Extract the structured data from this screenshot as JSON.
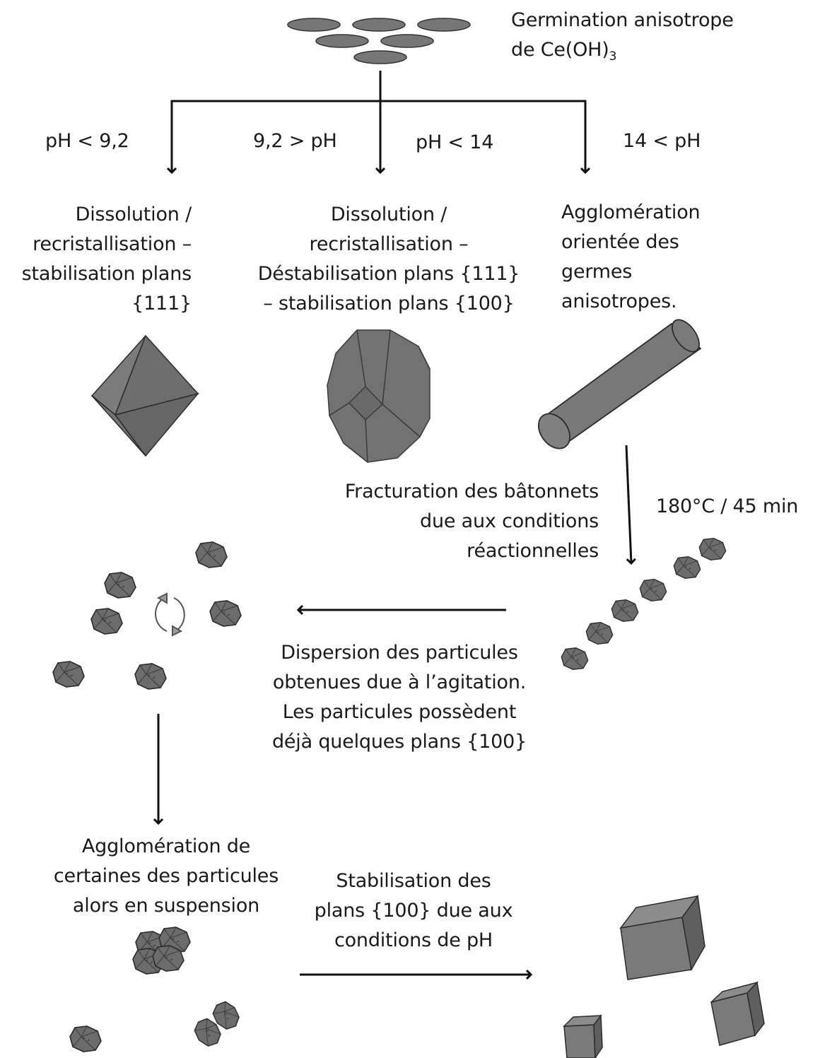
{
  "germination": {
    "line1": "Germination anisotrope",
    "line2_prefix": "de Ce(OH)",
    "line2_sub": "3"
  },
  "conditions": {
    "c1": "pH < 9,2",
    "c2": "9,2 > pH",
    "c3": "pH < 14",
    "c4": "14 < pH"
  },
  "path_left": {
    "lines": [
      "Dissolution /",
      "recristallisation –",
      "stabilisation plans",
      "{111}"
    ]
  },
  "path_middle": {
    "lines": [
      "Dissolution /",
      "recristallisation –",
      "Déstabilisation plans {111}",
      "– stabilisation plans {100}"
    ]
  },
  "path_right": {
    "lines": [
      "Agglomération",
      "orientée des",
      "germes",
      "anisotropes."
    ]
  },
  "fracturation": {
    "lines": [
      "Fracturation des bâtonnets",
      "due aux conditions",
      "réactionnelles"
    ]
  },
  "heat_condition": "180°C / 45 min",
  "dispersion": {
    "lines": [
      "Dispersion des particules",
      "obtenues due à l’agitation.",
      "Les particules possèdent",
      "déjà quelques plans {100}"
    ]
  },
  "agglomeration": {
    "lines": [
      "Agglomération de",
      "certaines des particules",
      "alors en suspension"
    ]
  },
  "stabilisation": {
    "lines": [
      "Stabilisation des",
      "plans {100} due aux",
      "conditions de pH"
    ]
  },
  "colors": {
    "shape_fill": "#757575",
    "shape_fill_dark": "#5f5f5f",
    "shape_fill_light": "#8a8a8a",
    "stroke": "#2b2b2b",
    "arrow": "#111111"
  }
}
